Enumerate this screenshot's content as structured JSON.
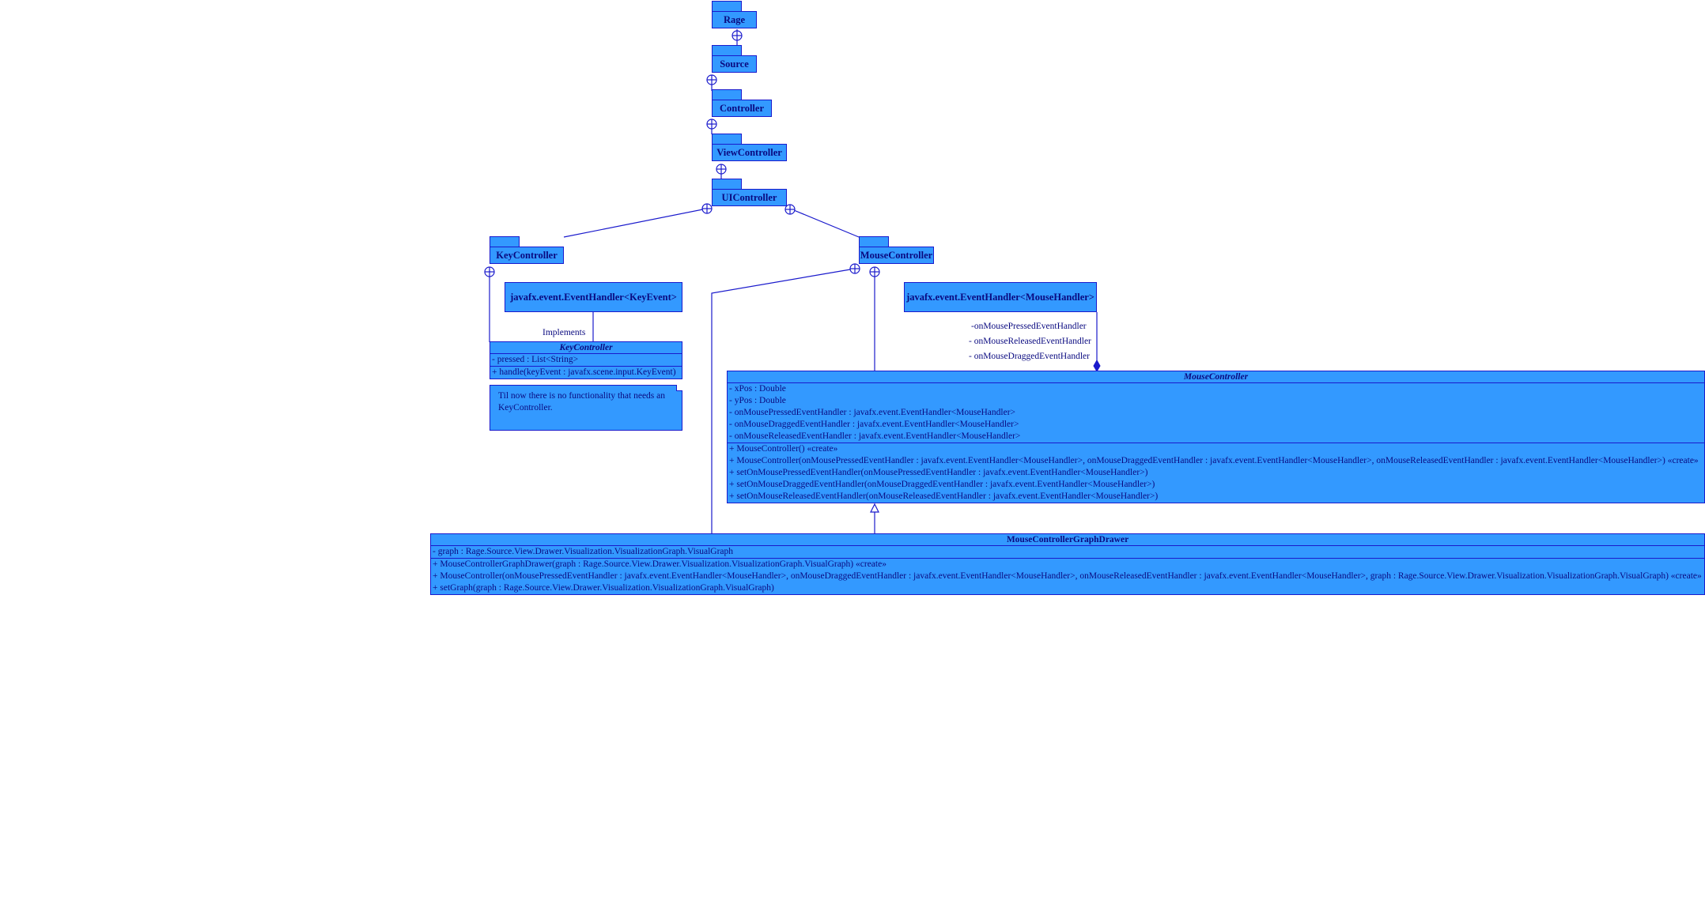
{
  "packages": {
    "rage": "Rage",
    "source": "Source",
    "controller": "Controller",
    "view_controller": "ViewController",
    "ui_controller": "UIController",
    "key_controller": "KeyController",
    "mouse_controller": "MouseController"
  },
  "interfaces": {
    "key_event_handler": "javafx.event.EventHandler<KeyEvent>",
    "mouse_event_handler": "javafx.event.EventHandler<MouseHandler>"
  },
  "labels": {
    "implements": "Implements",
    "role_pressed": "-onMousePressedEventHandler",
    "role_released": "- onMouseReleasedEventHandler",
    "role_dragged": "- onMouseDraggedEventHandler"
  },
  "key_controller_class": {
    "name": "KeyController",
    "attributes": [
      "- pressed : List<String>"
    ],
    "operations": [
      "+ handle(keyEvent : javafx.scene.input.KeyEvent)"
    ]
  },
  "note": {
    "text": "Til now there is no functionality that needs an KeyController."
  },
  "mouse_controller_class": {
    "name": "MouseController",
    "attributes": [
      "- xPos : Double",
      "- yPos : Double",
      "- onMousePressedEventHandler : javafx.event.EventHandler<MouseHandler>",
      "- onMouseDraggedEventHandler : javafx.event.EventHandler<MouseHandler>",
      "- onMouseReleasedEventHandler : javafx.event.EventHandler<MouseHandler>"
    ],
    "operations": [
      "+ MouseController() «create»",
      "+ MouseController(onMousePressedEventHandler : javafx.event.EventHandler<MouseHandler>, onMouseDraggedEventHandler : javafx.event.EventHandler<MouseHandler>, onMouseReleasedEventHandler : javafx.event.EventHandler<MouseHandler>) «create»",
      "+ setOnMousePressedEventHandler(onMousePressedEventHandler : javafx.event.EventHandler<MouseHandler>)",
      "+ setOnMouseDraggedEventHandler(onMouseDraggedEventHandler : javafx.event.EventHandler<MouseHandler>)",
      "+ setOnMouseReleasedEventHandler(onMouseReleasedEventHandler : javafx.event.EventHandler<MouseHandler>)"
    ]
  },
  "graph_drawer_class": {
    "name": "MouseControllerGraphDrawer",
    "attributes": [
      "- graph : Rage.Source.View.Drawer.Visualization.VisualizationGraph.VisualGraph"
    ],
    "operations": [
      "+ MouseControllerGraphDrawer(graph : Rage.Source.View.Drawer.Visualization.VisualizationGraph.VisualGraph) «create»",
      "+ MouseController(onMousePressedEventHandler : javafx.event.EventHandler<MouseHandler>, onMouseDraggedEventHandler : javafx.event.EventHandler<MouseHandler>, onMouseReleasedEventHandler : javafx.event.EventHandler<MouseHandler>, graph : Rage.Source.View.Drawer.Visualization.VisualizationGraph.VisualGraph) «create»",
      "+ setGraph(graph : Rage.Source.View.Drawer.Visualization.VisualizationGraph.VisualGraph)"
    ]
  }
}
